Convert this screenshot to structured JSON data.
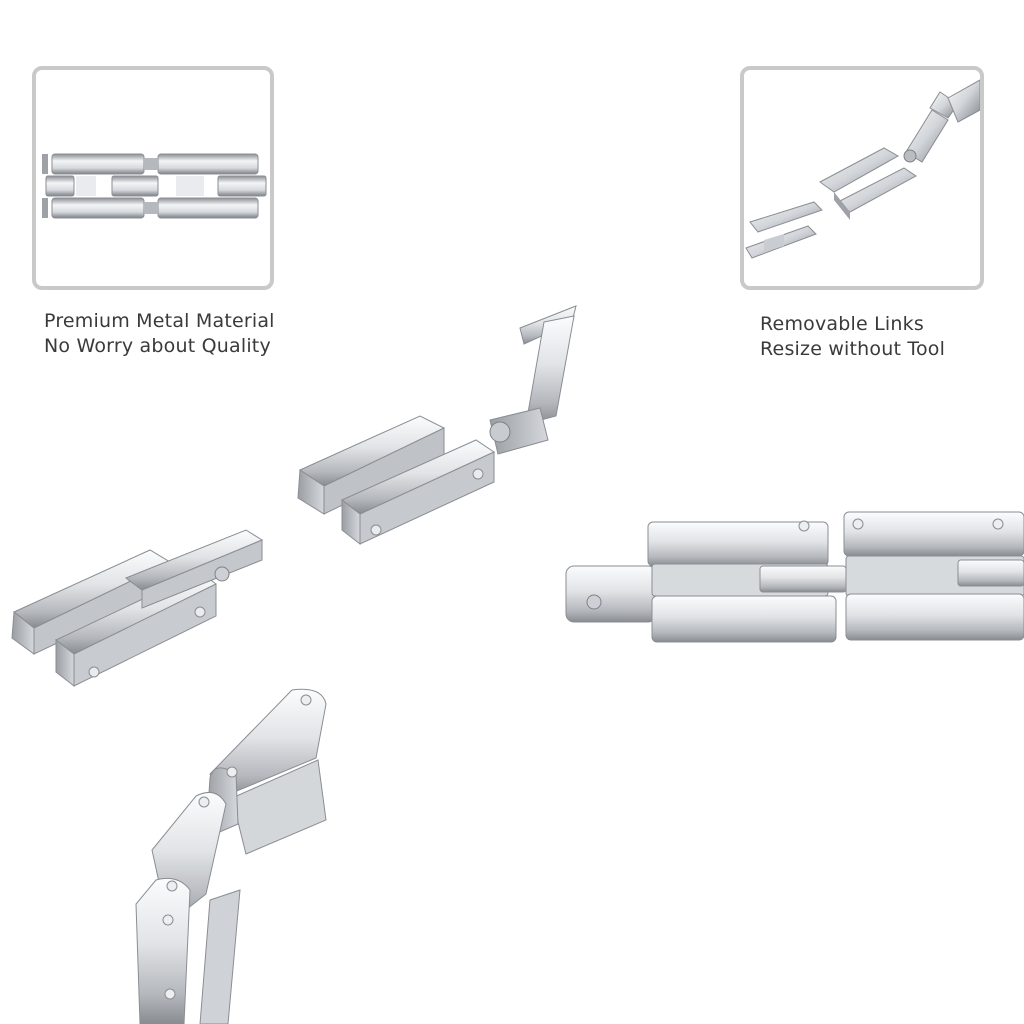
{
  "features": {
    "left": {
      "line1": "Premium Metal Material",
      "line2": "No Worry about Quality",
      "icon": "metal-link-closeup-icon"
    },
    "right": {
      "line1": "Removable Links",
      "line2": "Resize without Tool",
      "icon": "removable-link-icon"
    }
  },
  "colors": {
    "frame_border": "#c9c9c9",
    "metal_light": "#f2f3f5",
    "metal_mid": "#c5c8cc",
    "metal_dark": "#8a8e93",
    "text": "#3a3a3a"
  }
}
